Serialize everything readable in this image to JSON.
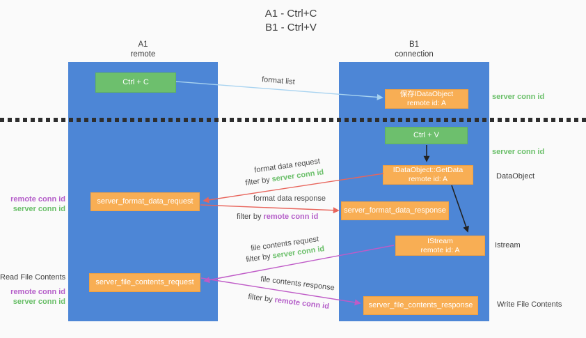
{
  "title": {
    "line1": "A1 - Ctrl+C",
    "line2": "B1 - Ctrl+V"
  },
  "columns": {
    "a1": {
      "name": "A1",
      "role": "remote"
    },
    "b1": {
      "name": "B1",
      "role": "connection"
    }
  },
  "nodes": {
    "ctrl_c": {
      "label": "Ctrl + C"
    },
    "save_idataobject": {
      "line1": "保存IDataObject",
      "line2": "remote id: A"
    },
    "ctrl_v": {
      "label": "Ctrl + V"
    },
    "getdata": {
      "line1": "IDataObject::GetData",
      "line2": "remote id: A"
    },
    "format_request": {
      "label": "server_format_data_request"
    },
    "format_response": {
      "label": "server_format_data_response"
    },
    "istream": {
      "line1": "IStream",
      "line2": "remote id: A"
    },
    "file_request": {
      "label": "server_file_contents_request"
    },
    "file_response": {
      "label": "server_file_contents_response"
    }
  },
  "side_labels": {
    "server_conn_id_top": "server conn id",
    "server_conn_id_mid": "server conn id",
    "dataobject": "DataObject",
    "istream": "Istream",
    "write_file_contents": "Write File Contents",
    "read_file_contents": "Read File Contents",
    "left_group1": {
      "remote": "remote conn id",
      "server": "server conn id"
    },
    "left_group2": {
      "remote": "remote conn id",
      "server": "server conn id"
    }
  },
  "arrows": {
    "format_list": {
      "label": "format list"
    },
    "format_data_request": {
      "label": "format data request",
      "filter_prefix": "filter by",
      "filter_value": "server conn id"
    },
    "format_data_response": {
      "label": "format data response",
      "filter_prefix": "filter by",
      "filter_value": "remote conn id"
    },
    "file_contents_request": {
      "label": "file contents request",
      "filter_prefix": "filter by",
      "filter_value": "server conn id"
    },
    "file_contents_response": {
      "label": "file contents response",
      "filter_prefix": "filter by",
      "filter_value": "remote conn id"
    }
  },
  "colors": {
    "lifeline_blue": "#4d86d6",
    "action_green": "#6dbf6d",
    "node_orange": "#f8ae54",
    "arrow_red": "#e8655c",
    "arrow_purple": "#bf5bc7",
    "arrow_lightblue": "#a8d3f0",
    "arrow_black": "#222222",
    "text_green": "#6abf69",
    "text_purple": "#b55fc9",
    "background": "#fafafa"
  }
}
